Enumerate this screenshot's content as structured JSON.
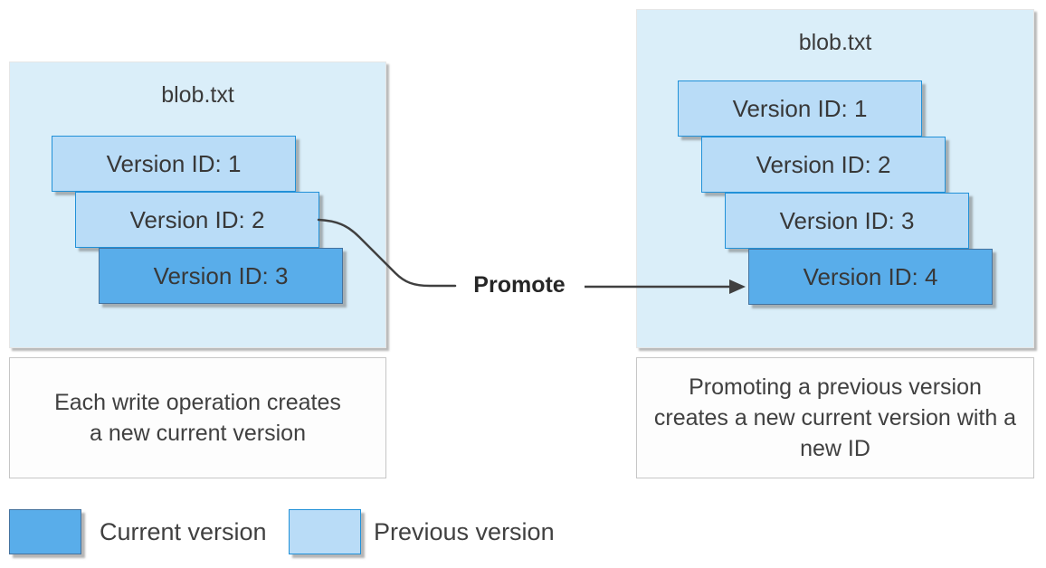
{
  "left_panel": {
    "title": "blob.txt",
    "versions": [
      {
        "label": "Version ID: 1",
        "state": "previous"
      },
      {
        "label": "Version ID: 2",
        "state": "previous"
      },
      {
        "label": "Version ID: 3",
        "state": "current"
      }
    ],
    "caption": "Each write operation creates a new current version"
  },
  "right_panel": {
    "title": "blob.txt",
    "versions": [
      {
        "label": "Version ID: 1",
        "state": "previous"
      },
      {
        "label": "Version ID: 2",
        "state": "previous"
      },
      {
        "label": "Version ID: 3",
        "state": "previous"
      },
      {
        "label": "Version ID: 4",
        "state": "current"
      }
    ],
    "caption": "Promoting a previous version creates a new current version with a new ID"
  },
  "connector": {
    "label": "Promote"
  },
  "legend": {
    "items": [
      {
        "label": "Current version",
        "state": "current"
      },
      {
        "label": "Previous version",
        "state": "previous"
      }
    ]
  },
  "colors": {
    "current_version_fill": "#59ADEA",
    "current_version_border": "#44729E",
    "previous_version_fill": "#B9DCF7",
    "previous_version_border": "#2191D8",
    "container_fill": "#DAEEF9",
    "connector": "#404040",
    "text": "#3B3B3B"
  }
}
